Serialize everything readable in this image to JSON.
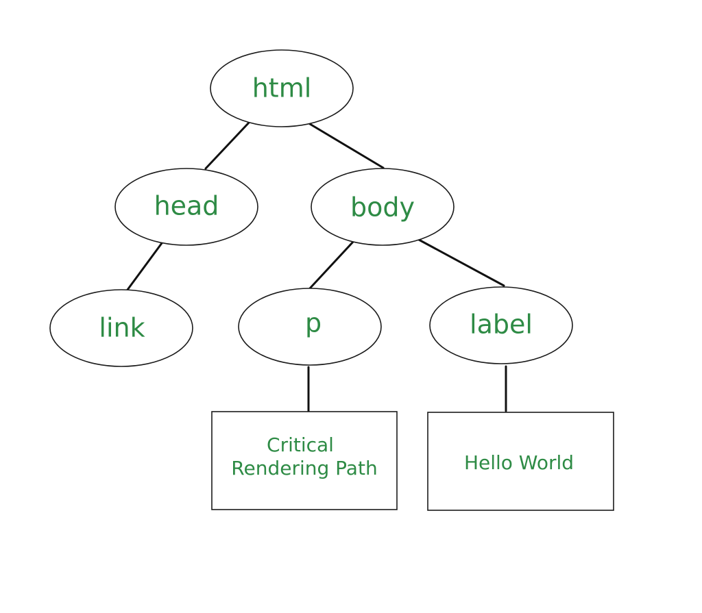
{
  "colors": {
    "label": "#2e8b45",
    "stroke": "#111111"
  },
  "nodes": {
    "html": {
      "label": "html"
    },
    "head": {
      "label": "head"
    },
    "body": {
      "label": "body"
    },
    "link": {
      "label": "link"
    },
    "p": {
      "label": "p"
    },
    "label": {
      "label": "label"
    },
    "text_p": {
      "line1": "Critical",
      "line2": "Rendering Path"
    },
    "text_label": {
      "line1": "Hello World"
    }
  }
}
